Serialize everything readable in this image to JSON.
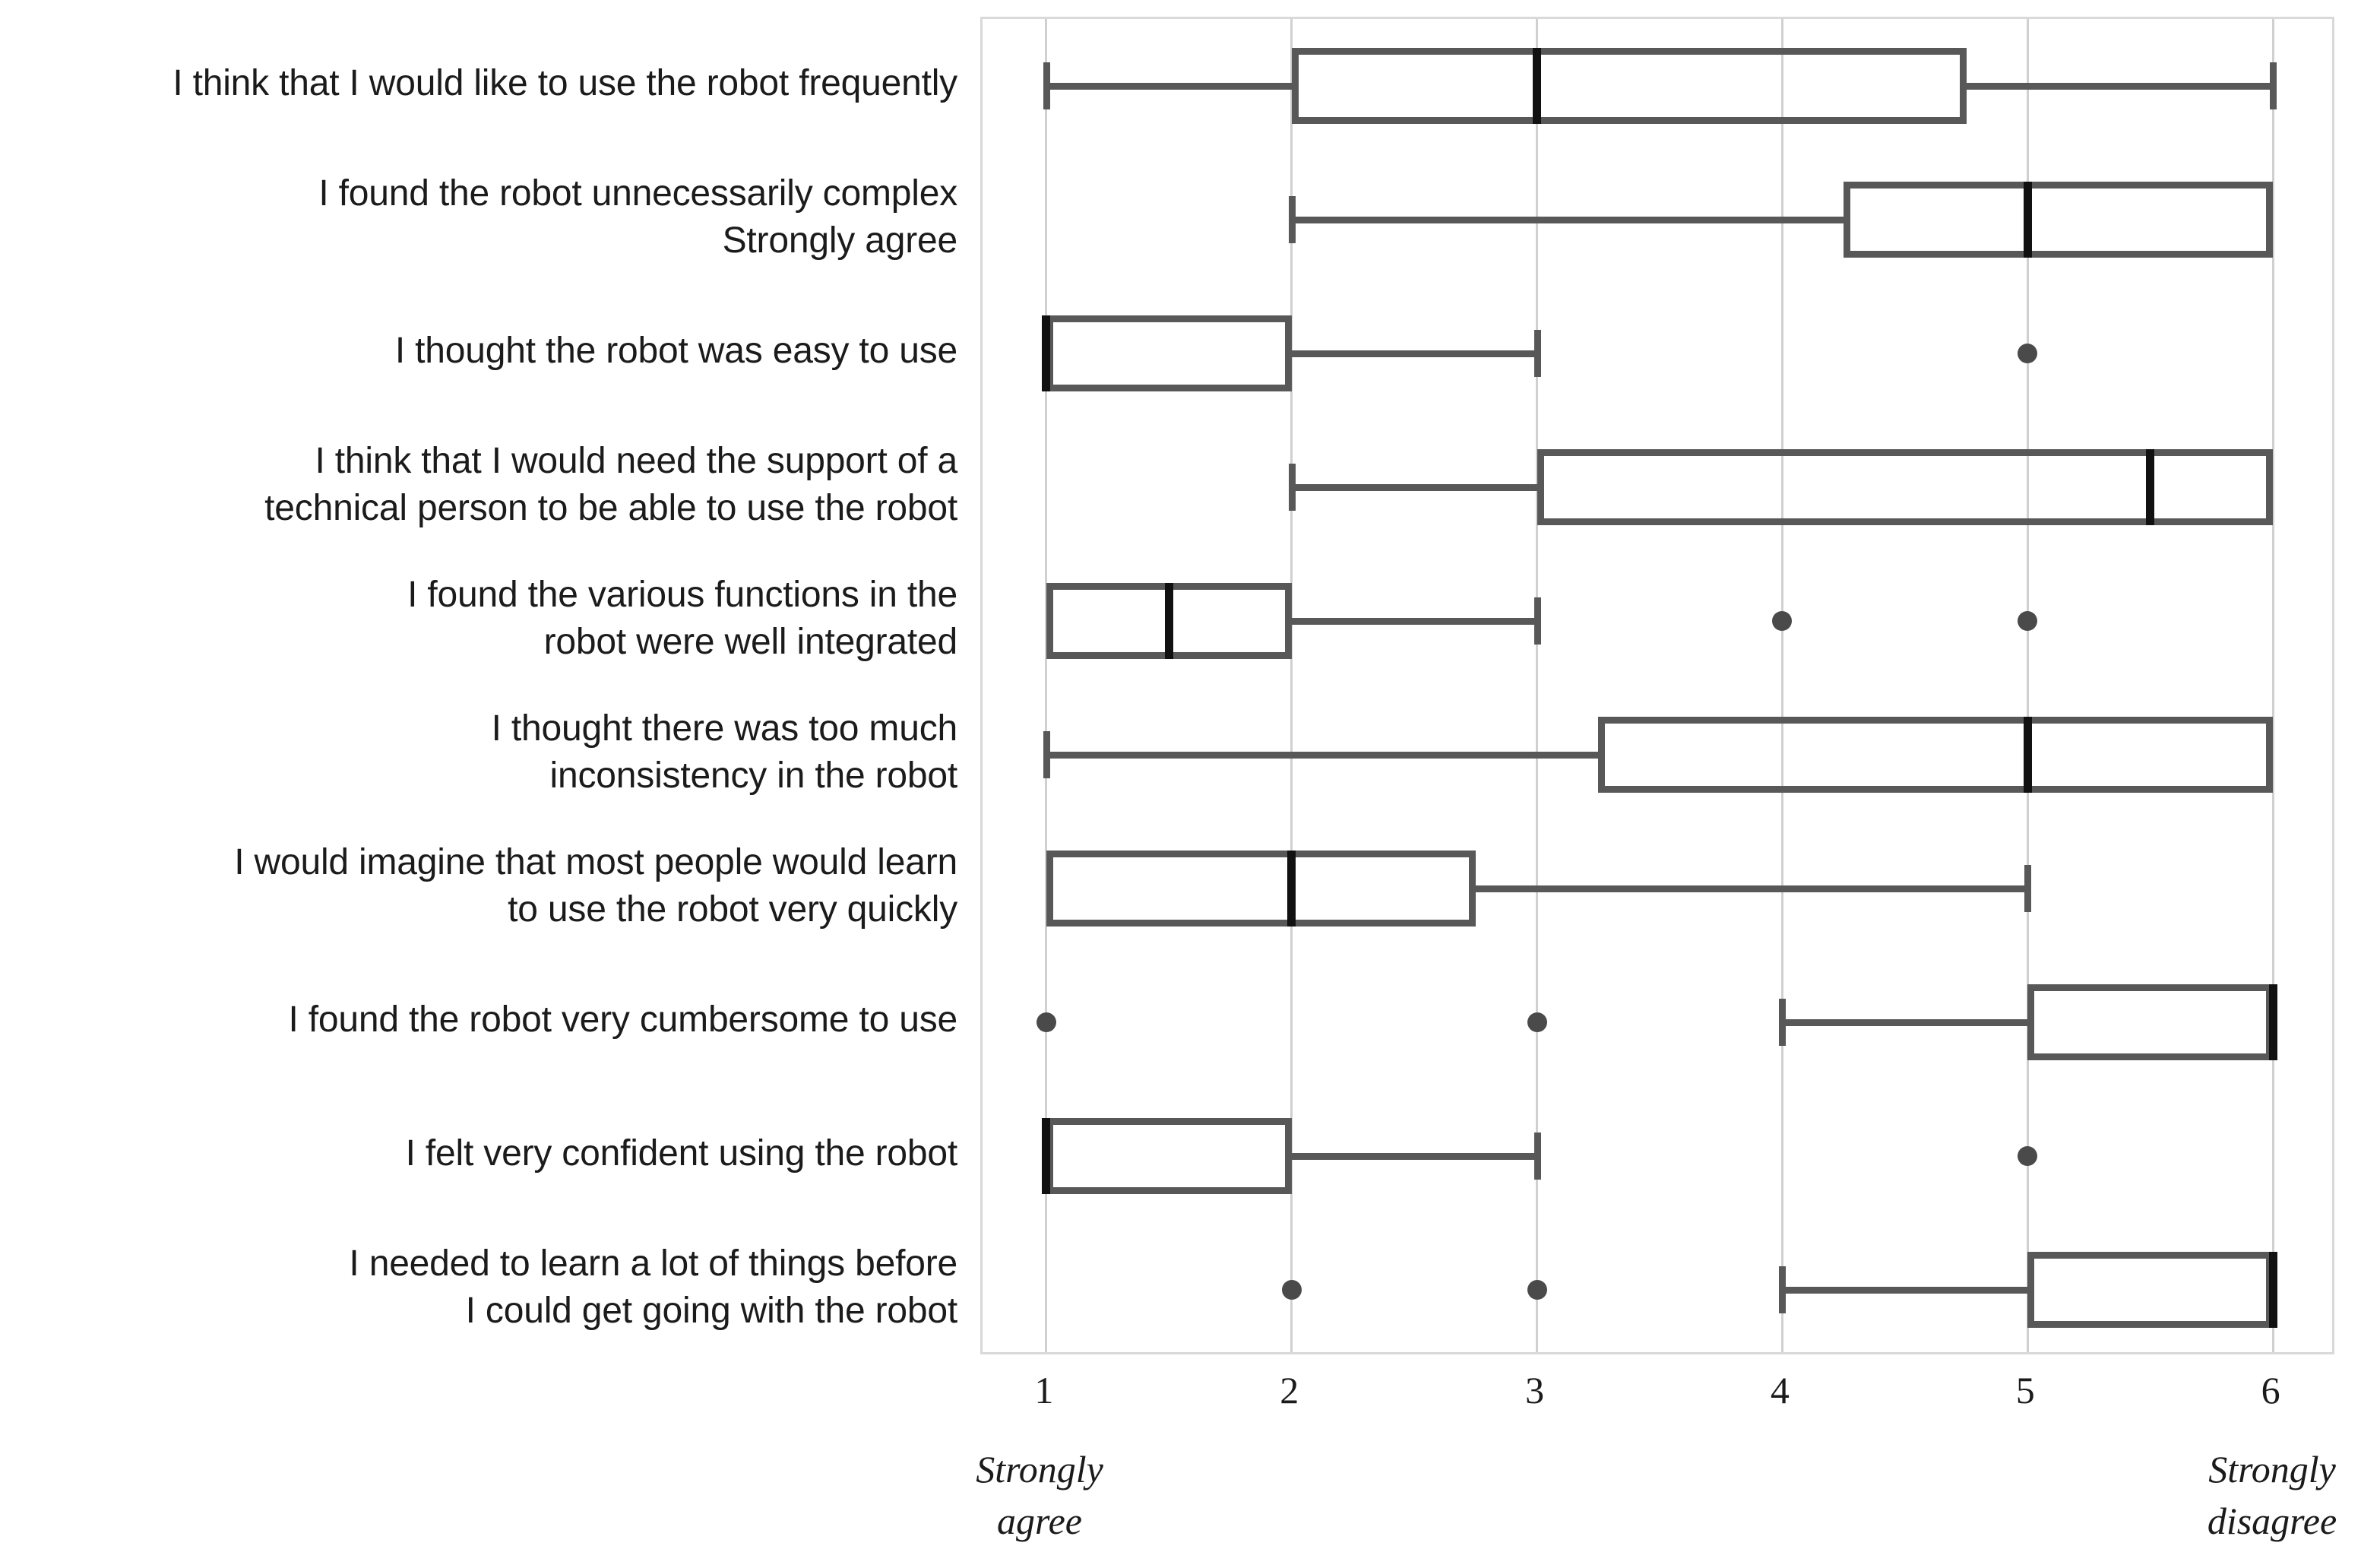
{
  "chart_data": {
    "type": "boxplot",
    "orientation": "horizontal",
    "title": "",
    "xlabel": "",
    "ylabel": "",
    "xlim": [
      0.74,
      6.26
    ],
    "grid": true,
    "legend": "none",
    "x_ticks": [
      "1",
      "2",
      "3",
      "4",
      "5",
      "6"
    ],
    "x_tick_values": [
      1,
      2,
      3,
      4,
      5,
      6
    ],
    "scale_anchor_low": "Strongly\nagree",
    "scale_anchor_high": "Strongly\ndisagree",
    "categories": [
      "I think that I would like to use the robot frequently",
      "I found the robot unnecessarily complex\nStrongly agree",
      "I thought the robot was easy to use",
      "I think that I would need the support of a\ntechnical person to be able to use the robot",
      "I found the various functions in the\nrobot were well integrated",
      "I thought there was too much\ninconsistency in the robot",
      "I would imagine that most people would learn\nto use the robot very quickly",
      "I found the robot very cumbersome to use",
      "I felt very confident using the robot",
      "I needed to learn a lot of things before\nI could get going with the robot"
    ],
    "boxes": [
      {
        "label": "I think that I would like to use the robot frequently",
        "whisker_low": 1,
        "q1": 2,
        "median": 3,
        "q3": 4.75,
        "whisker_high": 6,
        "outliers": []
      },
      {
        "label": "I found the robot unnecessarily complex",
        "whisker_low": 2,
        "q1": 4.25,
        "median": 5,
        "q3": 6,
        "whisker_high": 6,
        "outliers": []
      },
      {
        "label": "I thought the robot was easy to use",
        "whisker_low": 1,
        "q1": 1,
        "median": 1,
        "q3": 2,
        "whisker_high": 3,
        "outliers": [
          5
        ]
      },
      {
        "label": "I think that I would need the support of a technical person to be able to use the robot",
        "whisker_low": 2,
        "q1": 3,
        "median": 5.5,
        "q3": 6,
        "whisker_high": 6,
        "outliers": []
      },
      {
        "label": "I found the various functions in the robot were well integrated",
        "whisker_low": 1,
        "q1": 1,
        "median": 1.5,
        "q3": 2,
        "whisker_high": 3,
        "outliers": [
          4,
          5
        ]
      },
      {
        "label": "I thought there was too much inconsistency in the robot",
        "whisker_low": 1,
        "q1": 3.25,
        "median": 5,
        "q3": 6,
        "whisker_high": 6,
        "outliers": []
      },
      {
        "label": "I would imagine that most people would learn to use the robot very quickly",
        "whisker_low": 1,
        "q1": 1,
        "median": 2,
        "q3": 2.75,
        "whisker_high": 5,
        "outliers": []
      },
      {
        "label": "I found the robot very cumbersome to use",
        "whisker_low": 4,
        "q1": 5,
        "median": 6,
        "q3": 6,
        "whisker_high": 6,
        "outliers": [
          1,
          3
        ]
      },
      {
        "label": "I felt very confident using the robot",
        "whisker_low": 1,
        "q1": 1,
        "median": 1,
        "q3": 2,
        "whisker_high": 3,
        "outliers": [
          5
        ]
      },
      {
        "label": "I needed to learn a lot of things before I could get going with the robot",
        "whisker_low": 4,
        "q1": 5,
        "median": 6,
        "q3": 6,
        "whisker_high": 6,
        "outliers": [
          2,
          3
        ]
      }
    ],
    "colors": {
      "box_stroke": "#585858",
      "median_stroke": "#111111",
      "outlier_fill": "#4a4a4a",
      "gridline": "#d0d0d0",
      "plot_border": "#d9d9d9",
      "text": "#1b1b1b",
      "background": "#ffffff"
    }
  }
}
